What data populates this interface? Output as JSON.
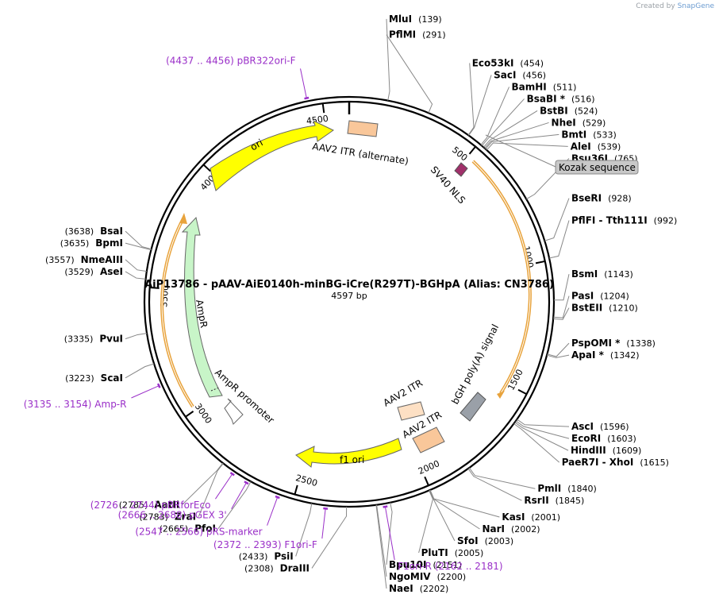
{
  "credit": {
    "prefix": "Created by",
    "brand": "SnapGene"
  },
  "plasmid": {
    "title": "AiP13786 - pAAV-AiE0140h-minBG-iCre(R297T)-BGHpA (Alias: CN3786)",
    "length_label": "4597 bp",
    "length": 4597
  },
  "ticks": [
    {
      "label": "500",
      "pos": 500
    },
    {
      "label": "1000",
      "pos": 1000
    },
    {
      "label": "1500",
      "pos": 1500
    },
    {
      "label": "2000",
      "pos": 2000
    },
    {
      "label": "2500",
      "pos": 2500
    },
    {
      "label": "3000",
      "pos": 3000
    },
    {
      "label": "3500",
      "pos": 3500
    },
    {
      "label": "4000",
      "pos": 4000
    },
    {
      "label": "4500",
      "pos": 4500
    }
  ],
  "sites": [
    {
      "name": "MluI",
      "pos": "(139)",
      "p": 139
    },
    {
      "name": "PflMI",
      "pos": "(291)",
      "p": 291
    },
    {
      "name": "Eco53kI",
      "pos": "(454)",
      "p": 454
    },
    {
      "name": "SacI",
      "pos": "(456)",
      "p": 456
    },
    {
      "name": "BamHI",
      "pos": "(511)",
      "p": 511
    },
    {
      "name": "BsaBI *",
      "pos": "(516)",
      "p": 516
    },
    {
      "name": "BstBI",
      "pos": "(524)",
      "p": 524
    },
    {
      "name": "NheI",
      "pos": "(529)",
      "p": 529
    },
    {
      "name": "BmtI",
      "pos": "(533)",
      "p": 533
    },
    {
      "name": "AleI",
      "pos": "(539)",
      "p": 539
    },
    {
      "name": "Bsu36I",
      "pos": "(765)",
      "p": 765
    },
    {
      "name": "BseRI",
      "pos": "(928)",
      "p": 928
    },
    {
      "name": "PflFI - Tth111I",
      "pos": "(992)",
      "p": 992
    },
    {
      "name": "BsmI",
      "pos": "(1143)",
      "p": 1143
    },
    {
      "name": "PasI",
      "pos": "(1204)",
      "p": 1204
    },
    {
      "name": "BstEII",
      "pos": "(1210)",
      "p": 1210
    },
    {
      "name": "PspOMI *",
      "pos": "(1338)",
      "p": 1338
    },
    {
      "name": "ApaI *",
      "pos": "(1342)",
      "p": 1342
    },
    {
      "name": "AscI",
      "pos": "(1596)",
      "p": 1596
    },
    {
      "name": "EcoRI",
      "pos": "(1603)",
      "p": 1603
    },
    {
      "name": "HindIII",
      "pos": "(1609)",
      "p": 1609
    },
    {
      "name": "PaeR7I - XhoI",
      "pos": "(1615)",
      "p": 1615
    },
    {
      "name": "PmlI",
      "pos": "(1840)",
      "p": 1840
    },
    {
      "name": "RsrII",
      "pos": "(1845)",
      "p": 1845
    },
    {
      "name": "KasI",
      "pos": "(2001)",
      "p": 2001
    },
    {
      "name": "NarI",
      "pos": "(2002)",
      "p": 2002
    },
    {
      "name": "SfoI",
      "pos": "(2003)",
      "p": 2003
    },
    {
      "name": "PluTI",
      "pos": "(2005)",
      "p": 2005
    },
    {
      "name": "Bpu10I",
      "pos": "(2151)",
      "p": 2151
    },
    {
      "name": "NgoMIV",
      "pos": "(2200)",
      "p": 2200
    },
    {
      "name": "NaeI",
      "pos": "(2202)",
      "p": 2202
    },
    {
      "name": "DraIII",
      "pos": "(2308)",
      "p": 2308
    },
    {
      "name": "PsiI",
      "pos": "(2433)",
      "p": 2433
    },
    {
      "name": "PfoI",
      "pos": "(2665)",
      "p": 2665
    },
    {
      "name": "ZraI",
      "pos": "(2783)",
      "p": 2783
    },
    {
      "name": "AatII",
      "pos": "(2785)",
      "p": 2785
    },
    {
      "name": "ScaI",
      "pos": "(3223)",
      "p": 3223
    },
    {
      "name": "PvuI",
      "pos": "(3335)",
      "p": 3335
    },
    {
      "name": "AseI",
      "pos": "(3529)",
      "p": 3529
    },
    {
      "name": "NmeAIII",
      "pos": "(3557)",
      "p": 3557
    },
    {
      "name": "BpmI",
      "pos": "(3635)",
      "p": 3635
    },
    {
      "name": "BsaI",
      "pos": "(3638)",
      "p": 3638
    }
  ],
  "primers": [
    {
      "name": "pBR322ori-F",
      "range": "(4437 .. 4456)",
      "p": 4446
    },
    {
      "name": "F1ori-R",
      "range": "(2162 .. 2181)",
      "p": 2171
    },
    {
      "name": "F1ori-F",
      "range": "(2372 .. 2393)",
      "p": 2382
    },
    {
      "name": "pRS-marker",
      "range": "(2547 .. 2566)",
      "p": 2556
    },
    {
      "name": "pGEX 3'",
      "range": "(2666 .. 2688)",
      "p": 2677
    },
    {
      "name": "pBRforEco",
      "range": "(2726 .. 2744)",
      "p": 2735
    },
    {
      "name": "Amp-R",
      "range": "(3135 .. 3154)",
      "p": 3144
    }
  ],
  "features": [
    {
      "name": "ori",
      "color": "#ffff00"
    },
    {
      "name": "AAV2 ITR (alternate)",
      "color": "#f9c79a"
    },
    {
      "name": "SV40 NLS",
      "color": "#a0306a"
    },
    {
      "name": "Kozak sequence",
      "color": "#c8c8c8"
    },
    {
      "name": "bGH poly(A) signal",
      "color": "#9aa0a8"
    },
    {
      "name": "AAV2 ITR",
      "color": "#fde0c4"
    },
    {
      "name": "AAV2 ITR",
      "color": "#f9c79a"
    },
    {
      "name": "f1 ori",
      "color": "#ffff00"
    },
    {
      "name": "AmpR",
      "color": "#c8f5c8"
    },
    {
      "name": "AmpR promoter",
      "color": "#ffffff"
    }
  ],
  "colors": {
    "backbone": "#000000",
    "primer": "#9a2fc8",
    "orf": "#e8a33c",
    "feature_stroke": "#555555"
  }
}
